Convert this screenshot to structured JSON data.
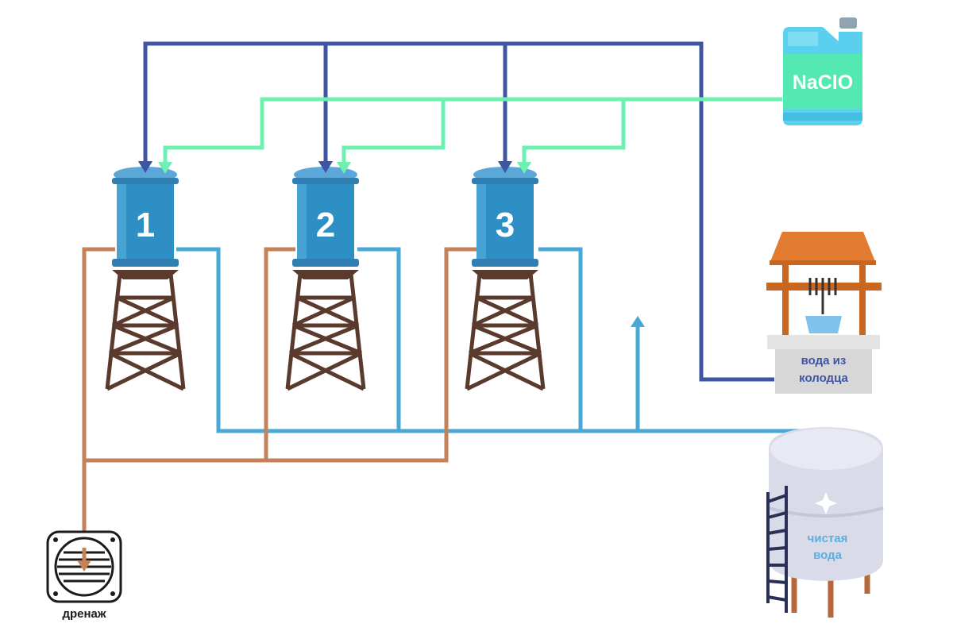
{
  "tanks": [
    {
      "label": "1"
    },
    {
      "label": "2"
    },
    {
      "label": "3"
    }
  ],
  "chemical": {
    "label": "NaClO"
  },
  "well": {
    "label_line1": "вода из",
    "label_line2": "колодца"
  },
  "clean_tank": {
    "label_line1": "чистая",
    "label_line2": "вода"
  },
  "drain": {
    "label": "дренаж"
  },
  "colors": {
    "well_line": "#3f55a3",
    "chlorine_line": "#6ff0b3",
    "clean_line": "#4aa8d6",
    "drain_line": "#c4825a",
    "tank_body": "#2e8fc4",
    "tank_cap": "#5aa7d8",
    "tower_frame": "#5b3a2e",
    "jug": "#5ad0ee"
  }
}
